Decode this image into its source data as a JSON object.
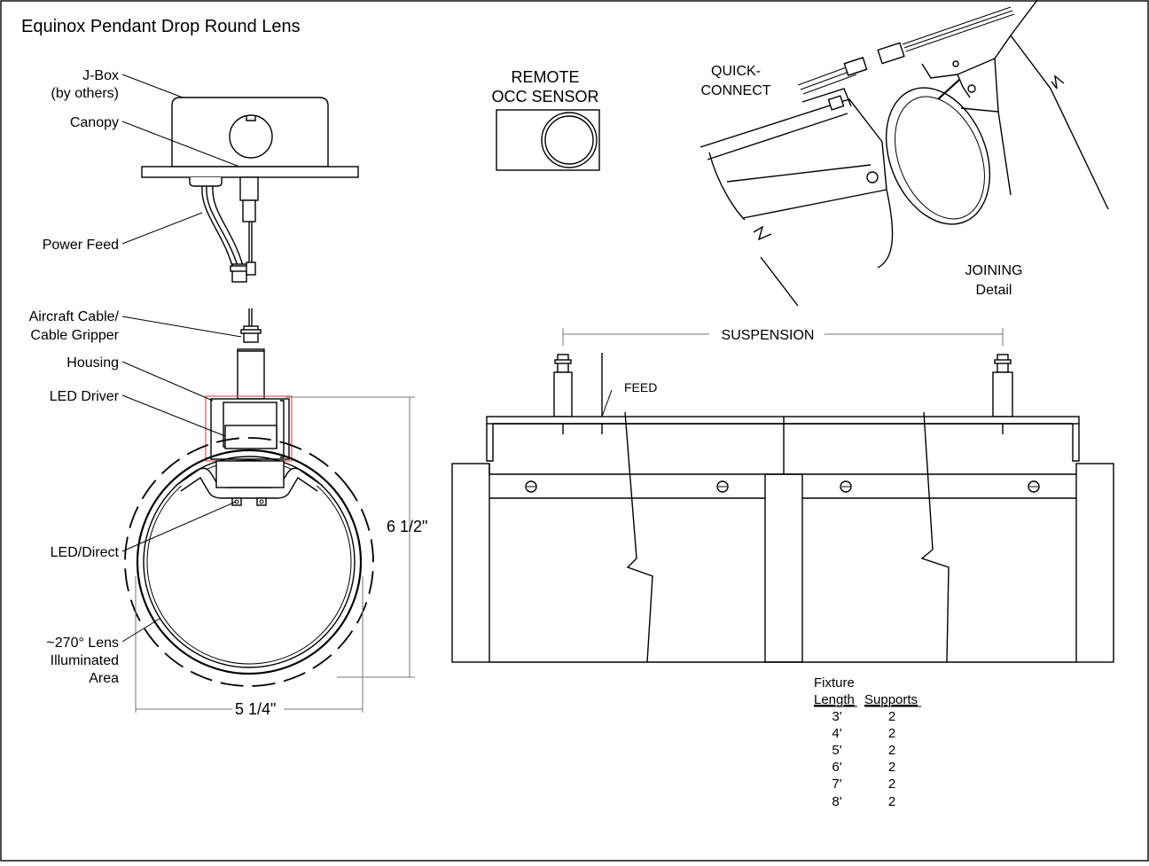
{
  "title": "Equinox Pendant Drop Round Lens",
  "labels": {
    "jbox_1": "J-Box",
    "jbox_2": "(by others)",
    "canopy": "Canopy",
    "power_feed": "Power Feed",
    "aircraft_1": "Aircraft Cable/",
    "aircraft_2": "Cable Gripper",
    "housing": "Housing",
    "led_driver": "LED Driver",
    "led_direct": "LED/Direct",
    "lens_1": "~270° Lens",
    "lens_2": "Illuminated",
    "lens_3": "Area",
    "remote_1": "REMOTE",
    "remote_2": "OCC SENSOR",
    "quick_1": "QUICK-",
    "quick_2": "CONNECT",
    "joining_1": "JOINING",
    "joining_2": "Detail",
    "suspension": "SUSPENSION",
    "feed": "FEED"
  },
  "dimensions": {
    "height": "6 1/2\"",
    "width": "5 1/4\""
  },
  "table": {
    "header_top": "Fixture",
    "col_length": "Length",
    "col_supports": "Supports",
    "rows": [
      {
        "length": "3'",
        "supports": "2"
      },
      {
        "length": "4'",
        "supports": "2"
      },
      {
        "length": "5'",
        "supports": "2"
      },
      {
        "length": "6'",
        "supports": "2"
      },
      {
        "length": "7'",
        "supports": "2"
      },
      {
        "length": "8'",
        "supports": "2"
      }
    ]
  },
  "colors": {
    "line": "#000000",
    "dimension": "#777777",
    "highlight": "#e05a5a"
  }
}
